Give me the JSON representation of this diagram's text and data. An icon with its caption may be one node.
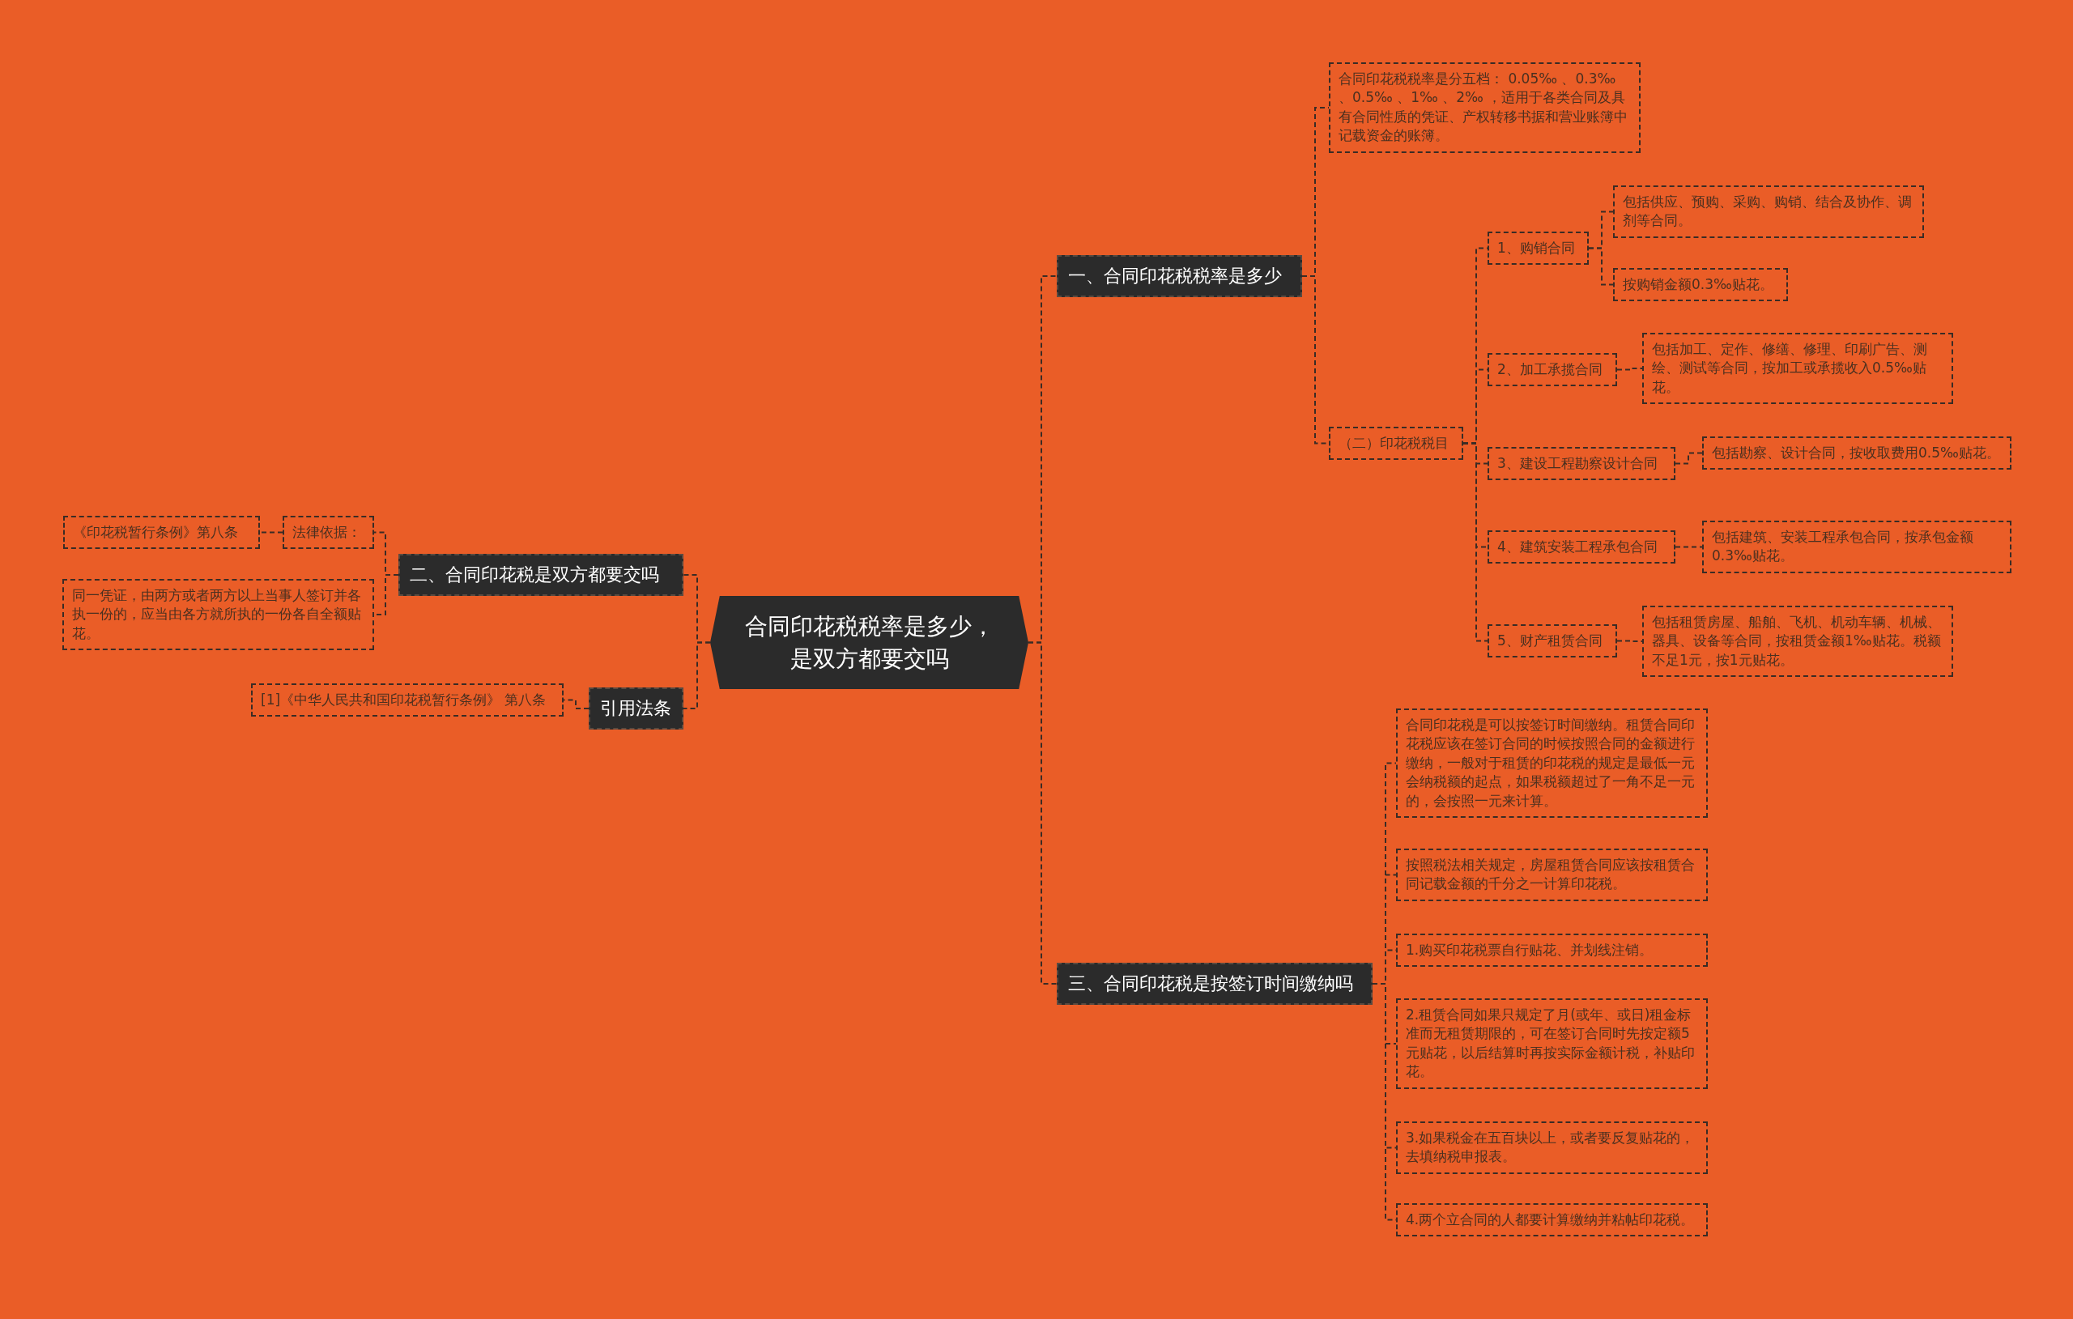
{
  "diagram": {
    "nodes": [
      {
        "text": [
          "合同印花税税率是多少，是双方都要交吗"
        ]
      },
      {
        "text": [
          "一、合同印花税税率是多少"
        ]
      },
      {
        "text": [
          "合同印花税税率是分五档： 0.05‰ 、0.3‰ 、0.5‰ 、1‰ 、2‰ ，适用于各类合同及具有合同性质的凭证、产权转移书据和营业账簿中记载资金的账簿。"
        ]
      },
      {
        "text": [
          "（二）印花税税目"
        ]
      },
      {
        "text": [
          "1、购销合同"
        ]
      },
      {
        "text": [
          "包括供应、预购、采购、购销、结合及协作、调剂等合同。"
        ]
      },
      {
        "text": [
          "按购销金额0.3‰贴花。"
        ]
      },
      {
        "text": [
          "2、加工承揽合同"
        ]
      },
      {
        "text": [
          "包括加工、定作、修缮、修理、印刷广告、测绘、测试等合同，按加工或承揽收入0.5‰贴花。"
        ]
      },
      {
        "text": [
          "3、建设工程勘察设计合同"
        ]
      },
      {
        "text": [
          "包括勘察、设计合同，按收取费用0.5‰贴花。"
        ]
      },
      {
        "text": [
          "4、建筑安装工程承包合同"
        ]
      },
      {
        "text": [
          "包括建筑、安装工程承包合同，按承包金额0.3‰贴花。"
        ]
      },
      {
        "text": [
          "5、财产租赁合同"
        ]
      },
      {
        "text": [
          "包括租赁房屋、船舶、飞机、机动车辆、机械、器具、设备等合同，按租赁金额1‰贴花。税额不足1元，按1元贴花。"
        ]
      },
      {
        "text": [
          "三、合同印花税是按签订时间缴纳吗"
        ]
      },
      {
        "text": [
          "合同印花税是可以按签订时间缴纳。租赁合同印花税应该在签订合同的时候按照合同的金额进行缴纳，一般对于租赁的印花税的规定是最低一元会纳税额的起点，如果税额超过了一角不足一元的，会按照一元来计算。"
        ]
      },
      {
        "text": [
          "按照税法相关规定，房屋租赁合同应该按租赁合同记载金额的千分之一计算印花税。"
        ]
      },
      {
        "text": [
          "1.购买印花税票自行贴花、并划线注销。"
        ]
      },
      {
        "text": [
          "2.租赁合同如果只规定了月(或年、或日)租金标准而无租赁期限的，可在签订合同时先按定额5元贴花，以后结算时再按实际金额计税，补贴印花。"
        ]
      },
      {
        "text": [
          "3.如果税金在五百块以上，或者要反复贴花的，去填纳税申报表。"
        ]
      },
      {
        "text": [
          "4.两个立合同的人都要计算缴纳并粘帖印花税。"
        ]
      },
      {
        "text": [
          "二、合同印花税是双方都要交吗"
        ]
      },
      {
        "text": [
          "法律依据："
        ]
      },
      {
        "text": [
          "《印花税暂行条例》第八条"
        ]
      },
      {
        "text": [
          "同一凭证，由两方或者两方以上当事人签订并各执一份的，应当由各方就所执的一份各自全额贴花。"
        ]
      },
      {
        "text": [
          "引用法条"
        ]
      },
      {
        "text": [
          "[1]《中华人民共和国印花税暂行条例》 第八条"
        ]
      }
    ],
    "edges": [
      {
        "from": 0,
        "to": 1,
        "arrow": "none"
      },
      {
        "from": 1,
        "to": 2,
        "arrow": "none"
      },
      {
        "from": 1,
        "to": 3,
        "arrow": "none"
      },
      {
        "from": 3,
        "to": 4,
        "arrow": "none"
      },
      {
        "from": 4,
        "to": 5,
        "arrow": "none"
      },
      {
        "from": 4,
        "to": 6,
        "arrow": "none"
      },
      {
        "from": 3,
        "to": 7,
        "arrow": "none"
      },
      {
        "from": 7,
        "to": 8,
        "arrow": "none"
      },
      {
        "from": 3,
        "to": 9,
        "arrow": "none"
      },
      {
        "from": 9,
        "to": 10,
        "arrow": "none"
      },
      {
        "from": 3,
        "to": 11,
        "arrow": "none"
      },
      {
        "from": 11,
        "to": 12,
        "arrow": "none"
      },
      {
        "from": 3,
        "to": 13,
        "arrow": "none"
      },
      {
        "from": 13,
        "to": 14,
        "arrow": "none"
      },
      {
        "from": 0,
        "to": 15,
        "arrow": "none"
      },
      {
        "from": 15,
        "to": 16,
        "arrow": "none"
      },
      {
        "from": 15,
        "to": 17,
        "arrow": "none"
      },
      {
        "from": 15,
        "to": 18,
        "arrow": "none"
      },
      {
        "from": 15,
        "to": 19,
        "arrow": "none"
      },
      {
        "from": 15,
        "to": 20,
        "arrow": "none"
      },
      {
        "from": 15,
        "to": 21,
        "arrow": "none"
      },
      {
        "from": 0,
        "to": 22,
        "arrow": "none"
      },
      {
        "from": 22,
        "to": 23,
        "arrow": "none"
      },
      {
        "from": 23,
        "to": 24,
        "arrow": "none"
      },
      {
        "from": 22,
        "to": 25,
        "arrow": "none"
      },
      {
        "from": 0,
        "to": 26,
        "arrow": "none"
      },
      {
        "from": 26,
        "to": 27,
        "arrow": "none"
      }
    ]
  }
}
